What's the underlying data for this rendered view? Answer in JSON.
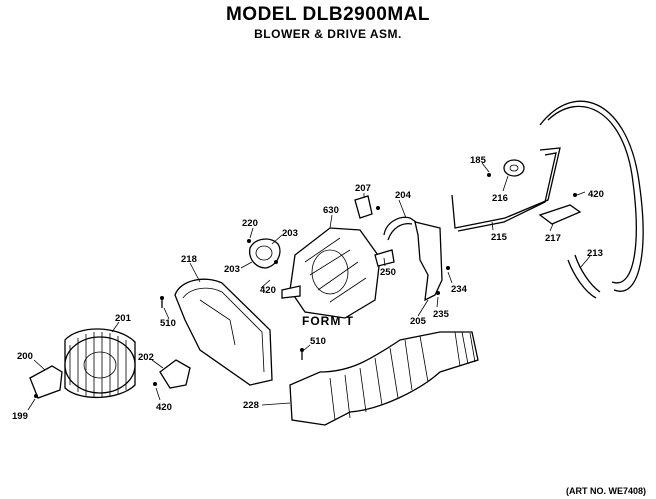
{
  "header": {
    "model": "MODEL DLB2900MAL",
    "subtitle": "BLOWER & DRIVE ASM."
  },
  "form_label": "FORM T",
  "art_number": "(ART NO. WE7408)",
  "parts": [
    {
      "id": "p185",
      "label": "185"
    },
    {
      "id": "p216",
      "label": "216"
    },
    {
      "id": "p420a",
      "label": "420"
    },
    {
      "id": "p207",
      "label": "207"
    },
    {
      "id": "p204",
      "label": "204"
    },
    {
      "id": "p630",
      "label": "630"
    },
    {
      "id": "p220",
      "label": "220"
    },
    {
      "id": "p203a",
      "label": "203"
    },
    {
      "id": "p203b",
      "label": "203"
    },
    {
      "id": "p420b",
      "label": "420"
    },
    {
      "id": "p250",
      "label": "250"
    },
    {
      "id": "p218",
      "label": "218"
    },
    {
      "id": "p215",
      "label": "215"
    },
    {
      "id": "p217",
      "label": "217"
    },
    {
      "id": "p213",
      "label": "213"
    },
    {
      "id": "p234",
      "label": "234"
    },
    {
      "id": "p235",
      "label": "235"
    },
    {
      "id": "p205",
      "label": "205"
    },
    {
      "id": "p201",
      "label": "201"
    },
    {
      "id": "p510a",
      "label": "510"
    },
    {
      "id": "p510b",
      "label": "510"
    },
    {
      "id": "p200",
      "label": "200"
    },
    {
      "id": "p202",
      "label": "202"
    },
    {
      "id": "p420c",
      "label": "420"
    },
    {
      "id": "p199",
      "label": "199"
    },
    {
      "id": "p228",
      "label": "228"
    }
  ]
}
